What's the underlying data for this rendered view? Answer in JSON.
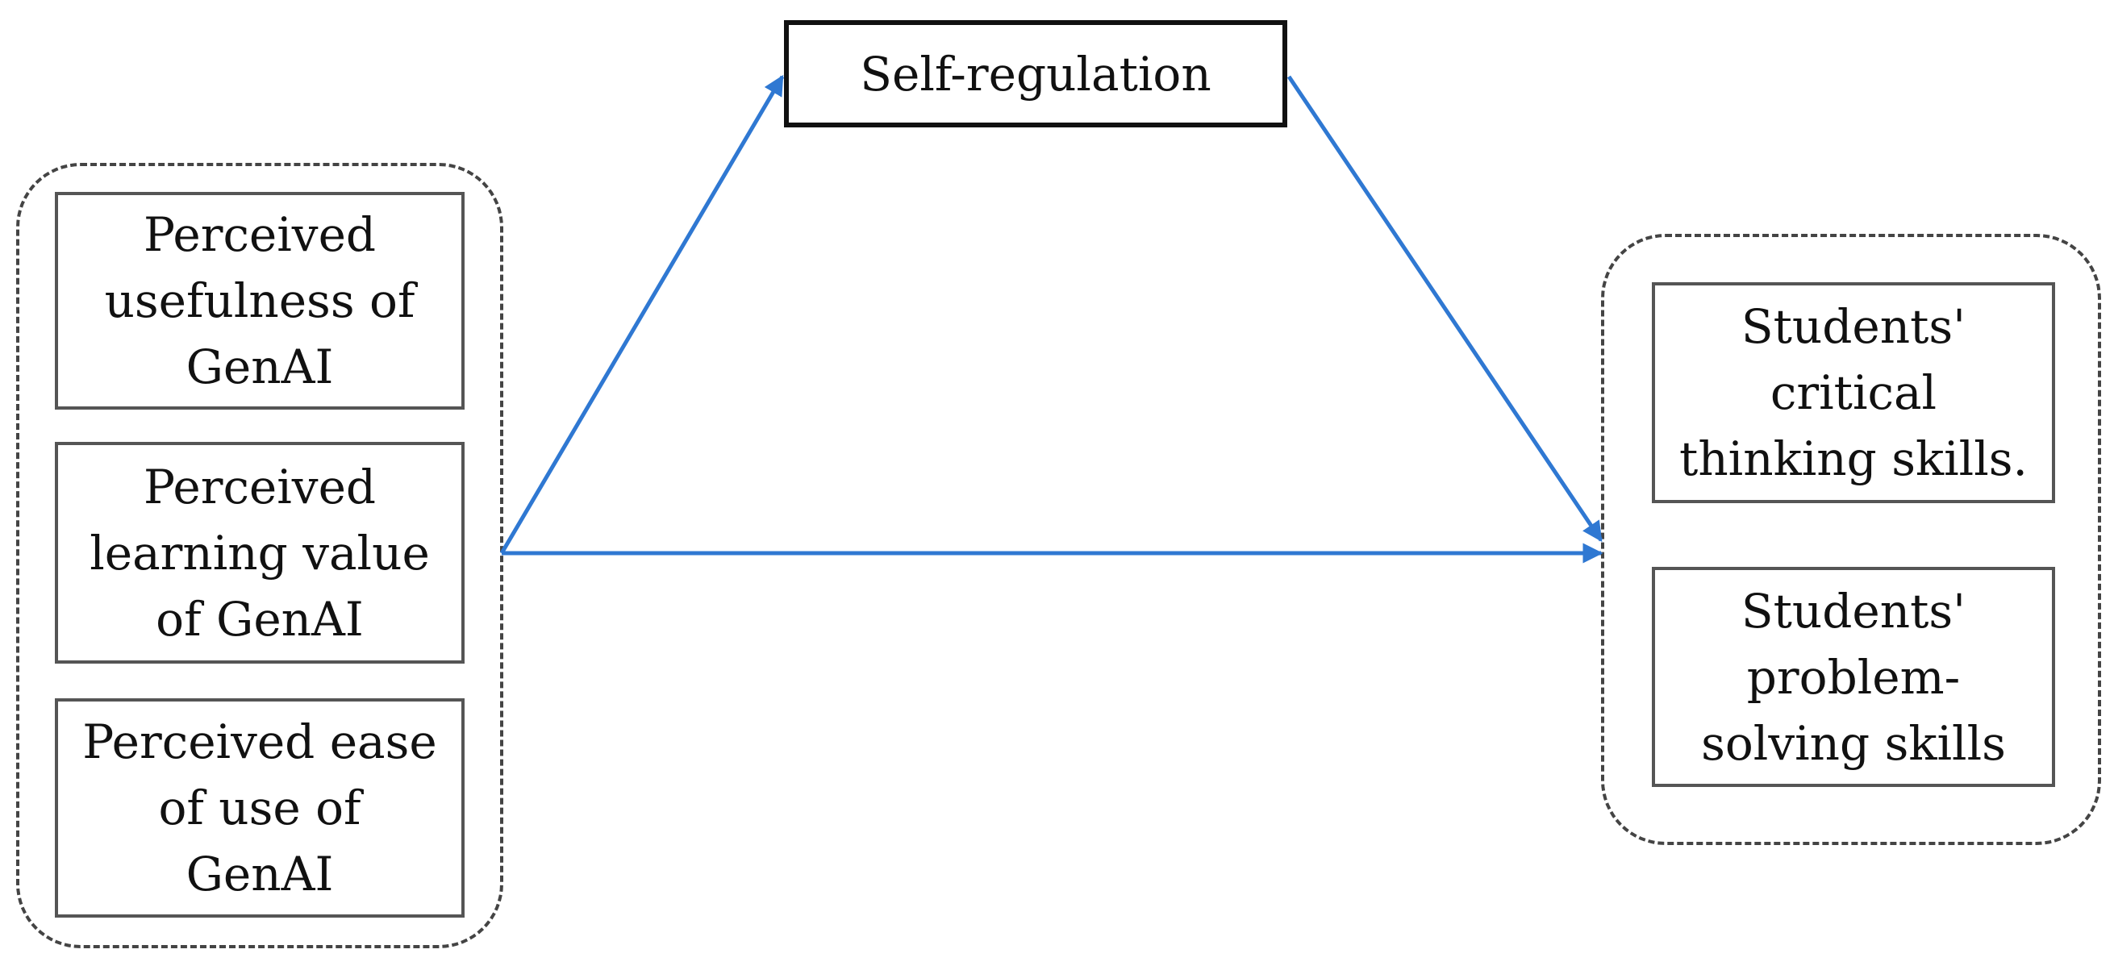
{
  "colors": {
    "arrow": "#2f78d2",
    "box_border": "#333333",
    "group_border": "#444444"
  },
  "predictors": [
    {
      "label": "Perceived\nusefulness of\nGenAI"
    },
    {
      "label": "Perceived\nlearning value\nof GenAI"
    },
    {
      "label": "Perceived ease\nof use of\nGenAI"
    }
  ],
  "mediator": {
    "label": "Self-regulation"
  },
  "outcomes": [
    {
      "label": "Students'\ncritical\nthinking skills."
    },
    {
      "label": "Students'\nproblem-\nsolving skills"
    }
  ],
  "paths": [
    {
      "from": "predictors",
      "to": "mediator"
    },
    {
      "from": "mediator",
      "to": "outcomes"
    },
    {
      "from": "predictors",
      "to": "outcomes"
    }
  ]
}
